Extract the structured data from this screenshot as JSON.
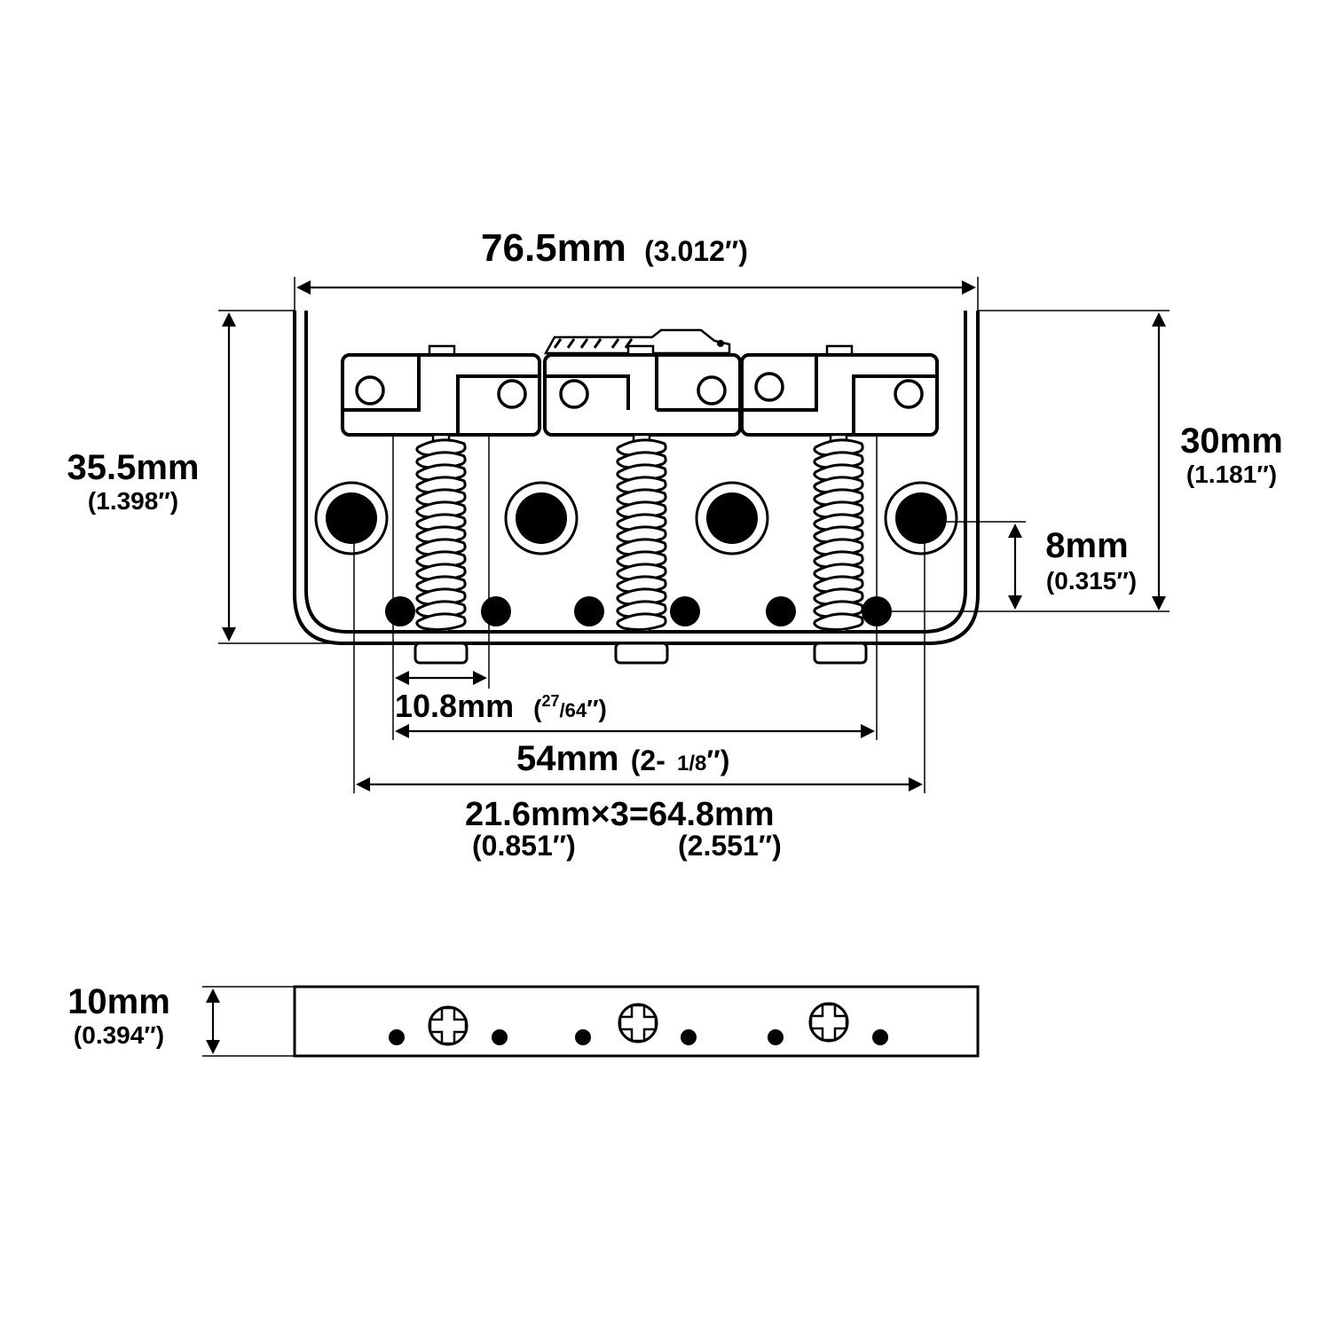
{
  "top_view": {
    "width": {
      "value": "76.5mm",
      "inch": "(3.012″)"
    },
    "height": {
      "value": "35.5mm",
      "inch": "(1.398″)"
    },
    "right_height": {
      "value": "30mm",
      "inch": "(1.181″)"
    },
    "hole_offset": {
      "value": "8mm",
      "inch": "(0.315″)"
    },
    "saddle_width": {
      "value": "10.8mm",
      "inch_num": "27",
      "inch_den": "/64",
      "inch_close": "″)",
      "inch_open": "("
    },
    "string_spread": {
      "value": "54mm",
      "inch_open": "(2-",
      "inch_frac": "1/8",
      "inch_close": "″)"
    },
    "mount_spacing": {
      "value": "21.6mm×3=64.8mm",
      "inch_left": "(0.851″)",
      "inch_right": "(2.551″)"
    }
  },
  "side_view": {
    "thickness": {
      "value": "10mm",
      "inch": "(0.394″)"
    }
  }
}
